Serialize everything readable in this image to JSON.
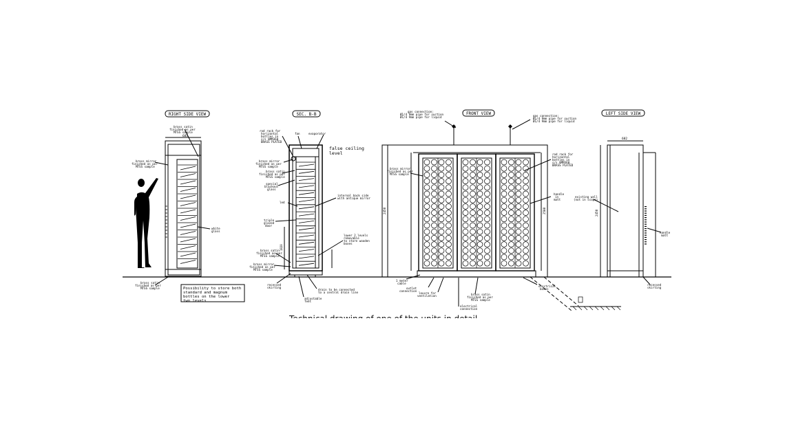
{
  "views": {
    "right_side": "RIGHT SIDE VIEW",
    "section": "SEC. B-B",
    "front": "FRONT VIEW",
    "left_side": "LEFT SIDE VIEW"
  },
  "notes": {
    "rs_top": [
      "brass satin",
      "finished as per",
      "MTSS sample"
    ],
    "rs_mirror": [
      "brass mirror",
      "finished as per",
      "MTSS sample"
    ],
    "rs_glass": [
      "white",
      "glass"
    ],
    "rs_base": [
      "brass satin",
      "finished as per",
      "MTSS sample"
    ],
    "storage_box": [
      "Possibility to store both",
      "standard and magnum",
      "bottles on the lower",
      "two levels"
    ],
    "sec_rod": [
      "rod rack for",
      "horizontal",
      "bottles in",
      "s/s 8MM360",
      "BRASS PLATED"
    ],
    "sec_fan": [
      "fan"
    ],
    "sec_evap": [
      "evaporator"
    ],
    "sec_ceiling": [
      "false ceiling",
      "level"
    ],
    "sec_mirror1": [
      "brass mirror",
      "finished as per",
      "MTSS sample"
    ],
    "sec_brass": [
      "brass satin",
      "finished as per",
      "MTSS sample"
    ],
    "sec_glazing": [
      "special",
      "blackout",
      "glass"
    ],
    "sec_internal": [
      "internal back side",
      "with antique mirror"
    ],
    "sec_led": [
      "led"
    ],
    "sec_door": [
      "triple",
      "glazed",
      "door"
    ],
    "sec_levels": [
      "lower 2 levels",
      "removable",
      "to store wooden",
      "boxes"
    ],
    "sec_brass2": [
      "brass satin",
      "finished as per",
      "MTSS sample"
    ],
    "sec_mirror2": [
      "brass mirror",
      "finished as per",
      "MTSS sample"
    ],
    "sec_skirting": [
      "recessed",
      "skirting"
    ],
    "sec_drain": [
      "drain to be connected",
      "to a central drain line"
    ],
    "sec_feet": [
      "adjustable",
      "feet"
    ],
    "fr_gas_left": [
      "gas connection:",
      "Ø1/4  9mm pipe for suction",
      "Ø1/4  9mm pipe for liquid"
    ],
    "fr_gas_right": [
      "gas connection:",
      "Ø1/4  9mm pipe for suction",
      "Ø1/4  9mm pipe for liquid"
    ],
    "fr_mirror": [
      "brass mirror",
      "finished as per",
      "MTSS sample"
    ],
    "fr_rod": [
      "rod rack for",
      "horizontal",
      "bottles in",
      "s/s 8MM360",
      "BRASS PLATED"
    ],
    "fr_handle": [
      "handle",
      "in",
      "matt"
    ],
    "fr_water": [
      "1 meter",
      "cable"
    ],
    "fr_outlet": [
      "outlet",
      "connection"
    ],
    "fr_louvre": [
      "louvre for",
      "ventilation"
    ],
    "fr_brass": [
      "brass satin",
      "finished as per",
      "MTSS sample"
    ],
    "fr_electrical": [
      "electrical",
      "connection"
    ],
    "fr_elec_box": [
      "electrical",
      "boxes"
    ],
    "ls_wall": [
      "existing wall",
      "(not in scope)"
    ],
    "ls_handle": [
      "handle",
      "matt"
    ],
    "ls_skirting": [
      "recessed",
      "skirting"
    ]
  },
  "dimensions": {
    "rs_width": "685",
    "ls_width": "682",
    "fr_height": "2450",
    "ls_height": "2450",
    "sec_dim": "1820",
    "fr_side": "2580"
  },
  "caption": "Technical drawing of one of the units in detail"
}
